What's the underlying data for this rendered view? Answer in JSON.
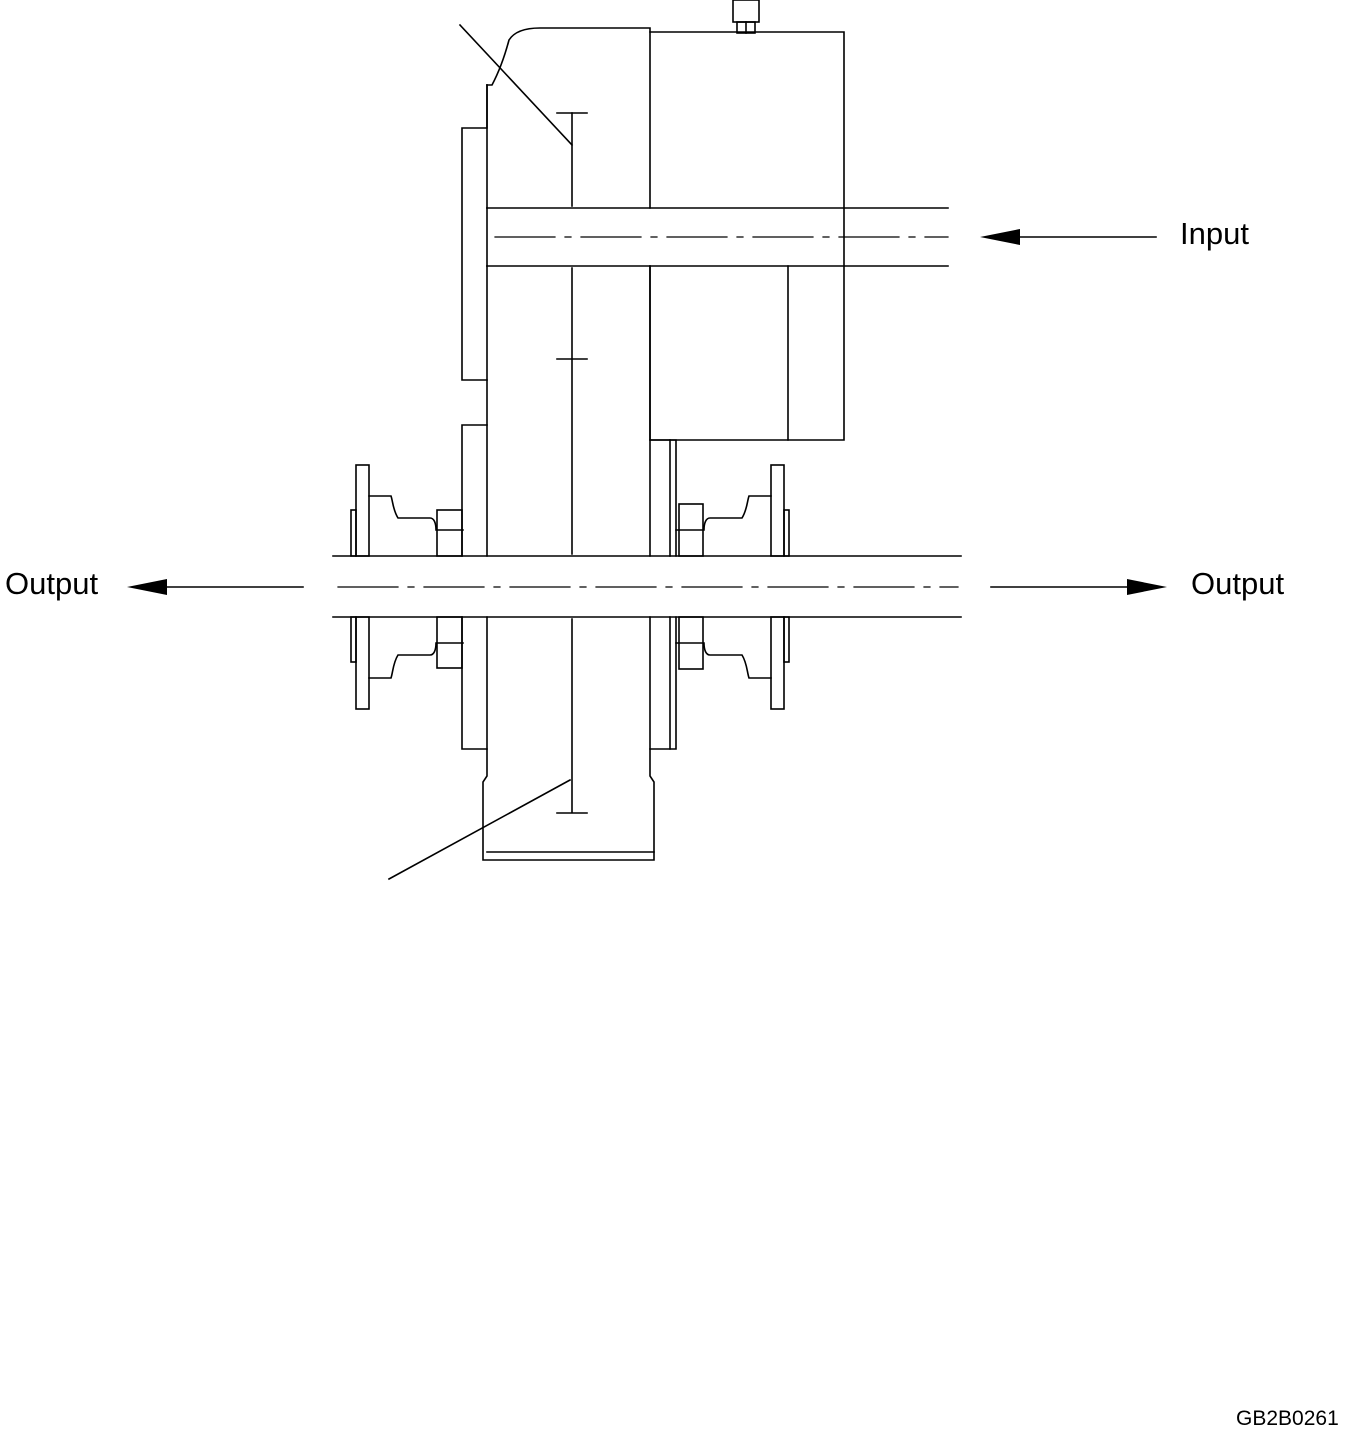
{
  "labels": {
    "input": "Input",
    "output_left": "Output",
    "output_right": "Output",
    "drawing_code": "GB2B0261"
  },
  "colors": {
    "line": "#000000",
    "background": "#ffffff"
  }
}
